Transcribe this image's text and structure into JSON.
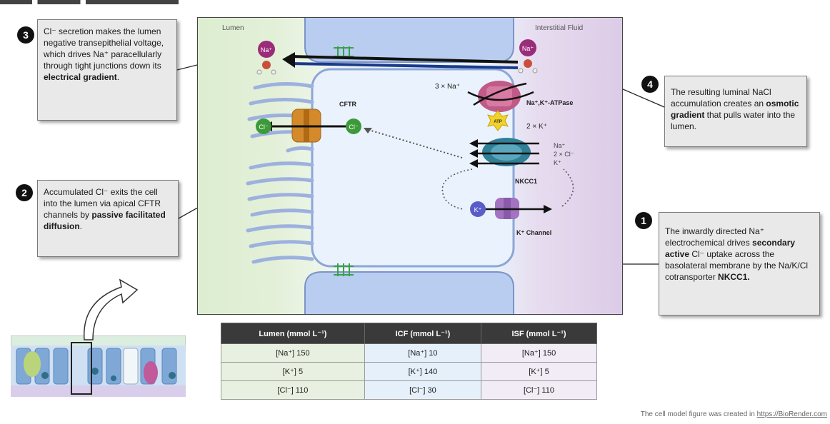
{
  "callouts": [
    {
      "number": "3",
      "parts": [
        [
          "Cl⁻ secretion makes the lumen negative transepithelial voltage, which drives Na⁺ paracellularly through tight junctions down its ",
          false
        ],
        [
          "electrical gradient",
          true
        ],
        [
          ".",
          false
        ]
      ]
    },
    {
      "number": "2",
      "parts": [
        [
          "Accumulated Cl⁻ exits the cell into the lumen via apical CFTR channels by ",
          false
        ],
        [
          "passive facilitated diffusion",
          true
        ],
        [
          ".",
          false
        ]
      ]
    },
    {
      "number": "4",
      "parts": [
        [
          "The resulting luminal NaCl accumulation creates an ",
          false
        ],
        [
          "osmotic gradient",
          true
        ],
        [
          " that pulls water into the lumen.",
          false
        ]
      ]
    },
    {
      "number": "1",
      "parts": [
        [
          "The inwardly directed Na⁺ electrochemical drives ",
          false
        ],
        [
          "secondary active",
          true
        ],
        [
          " Cl⁻ uptake across the basolateral membrane by the Na/K/Cl cotransporter ",
          false
        ],
        [
          "NKCC1.",
          true
        ]
      ]
    }
  ],
  "diagram": {
    "lumen_label": "Lumen",
    "isf_label": "Interstitial Fluid",
    "na_ion": "Na⁺",
    "cl_ion": "Cl⁻",
    "k_ion": "K⁺",
    "na3_label": "3 × Na⁺",
    "k2_label": "2 × K⁺",
    "atpase_label": "Na⁺,K⁺-ATPase",
    "atp_label": "ATP",
    "cftr_label": "CFTR",
    "nkcc1_label": "NKCC1",
    "nkcc1_ions": [
      "Na⁺",
      "2 × Cl⁻",
      "K⁺"
    ],
    "kchannel_label": "K⁺ Channel"
  },
  "table": {
    "headers": [
      "Lumen (mmol L⁻¹)",
      "ICF (mmol L⁻¹)",
      "ISF (mmol L⁻¹)"
    ],
    "rows": [
      [
        "[Na⁺] 150",
        "[Na⁺] 10",
        "[Na⁺] 150"
      ],
      [
        "[K⁺] 5",
        "[K⁺] 140",
        "[K⁺] 5"
      ],
      [
        "[Cl⁻] 110",
        "[Cl⁻] 30",
        "[Cl⁻] 110"
      ]
    ]
  },
  "credit": {
    "text": "The cell model figure was created in ",
    "link": "https://BioRender.com"
  },
  "colors": {
    "na": "#9b2c7a",
    "cl": "#3d9a3a",
    "k": "#5a5cc8",
    "cftr": "#d48a2a",
    "atpase": "#c05a86",
    "nkcc1": "#2f7f96"
  }
}
